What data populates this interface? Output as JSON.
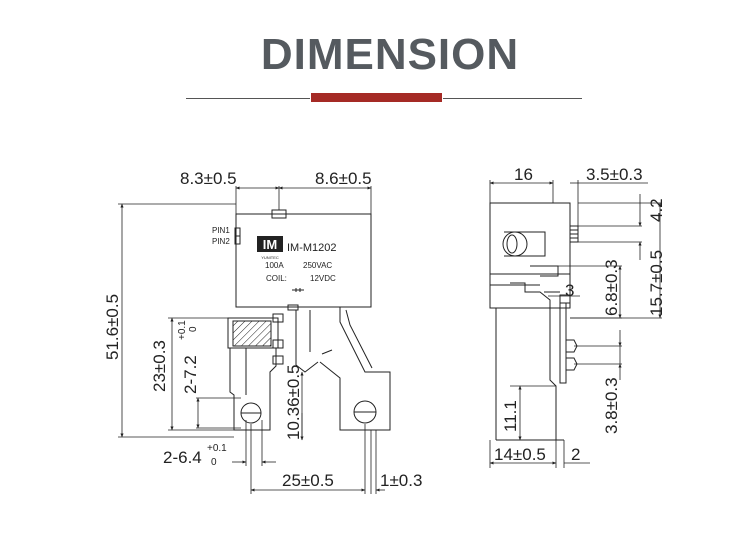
{
  "header": {
    "title": "DIMENSION",
    "title_color": "#555a5f",
    "accent_color": "#a52a25",
    "rule_color": "#555555"
  },
  "front_view": {
    "top_left_dim": "8.3±0.5",
    "top_right_dim": "8.6±0.5",
    "pin1": "PIN1",
    "pin2": "PIN2",
    "logo_letters": "IM",
    "logo_sub": "YUNITEC",
    "model": "IM-M1202",
    "rating_current": "100A",
    "rating_voltage": "250VAC",
    "coil_label": "COIL:",
    "coil_voltage": "12VDC",
    "height_dim": "51.6±0.5",
    "height_23": "23±0.3",
    "pin_width_a": "2-7.2",
    "pin_width_a_tol_upper": "+0.1",
    "pin_width_a_tol_lower": "0",
    "center_dim": "10.36±0.5",
    "hole_dim": "2-6.4",
    "hole_dim_tol_upper": "+0.1",
    "hole_dim_tol_lower": "0",
    "span_dim": "25±0.5",
    "thick_dim": "1±0.3"
  },
  "side_view": {
    "top_width": "16",
    "top_offset": "3.5±0.3",
    "dim_42": "4.2",
    "dim_3": "3",
    "dim_68": "6.8±0.3",
    "dim_157": "15.7±0.5",
    "dim_111": "11.1",
    "dim_38": "3.8±0.3",
    "bottom_width": "14±0.5",
    "bottom_2": "2"
  },
  "colors": {
    "line": "#222222",
    "text": "#222222"
  }
}
